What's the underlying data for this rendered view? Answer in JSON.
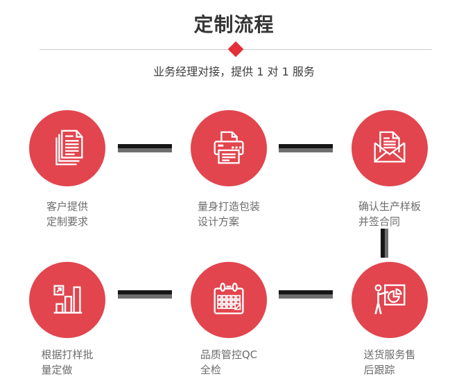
{
  "header": {
    "title": "定制流程",
    "subtitle": "业务经理对接，提供 1 对 1 服务"
  },
  "colors": {
    "accent_red": "#e2454e",
    "diamond_red": "#e22f3a",
    "connector_dark": "#161616",
    "connector_gray": "#6e6e6e",
    "title_color": "#363636",
    "label_gray": "#6b6b6b",
    "divider_gray": "#cccccc",
    "icon_stroke": "#ffffff"
  },
  "steps": [
    {
      "icon": "documents-icon",
      "label_line1": "客户提供",
      "label_line2": "定制要求"
    },
    {
      "icon": "printer-icon",
      "label_line1": "量身打造包装",
      "label_line2": "设计方案"
    },
    {
      "icon": "open-envelope-icon",
      "label_line1": "确认生产样板",
      "label_line2": "并签合同"
    },
    {
      "icon": "growth-chart-icon",
      "label_line1": "根据打样批",
      "label_line2": "量定做"
    },
    {
      "icon": "calendar-icon",
      "label_line1": "品质管控QC",
      "label_line2": "全检"
    },
    {
      "icon": "presentation-icon",
      "label_line1": "送货服务售",
      "label_line2": "后跟踪"
    }
  ]
}
